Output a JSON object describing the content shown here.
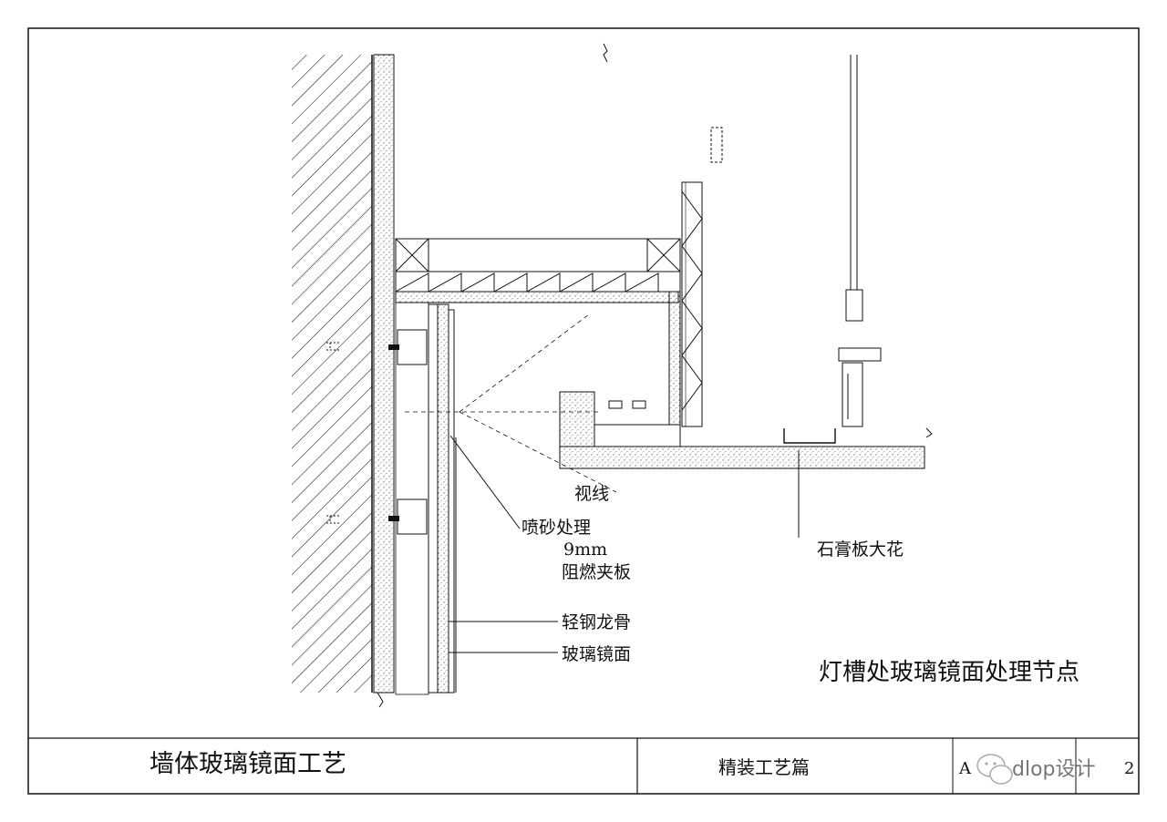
{
  "drawing": {
    "labels": {
      "sight_line": "视线",
      "sandblast_line1": "喷砂处理",
      "sandblast_line2": "9mm",
      "sandblast_line3": "阻燃夹板",
      "keel": "轻钢龙骨",
      "mirror": "玻璃镜面",
      "gypsum": "石膏板大花",
      "node_title": "灯槽处玻璃镜面处理节点"
    }
  },
  "title_block": {
    "main_title": "墙体玻璃镜面工艺",
    "category": "精装工艺篇",
    "watermark": "dlop设计",
    "sheet_code_left": "A",
    "sheet_code_right": "2"
  }
}
